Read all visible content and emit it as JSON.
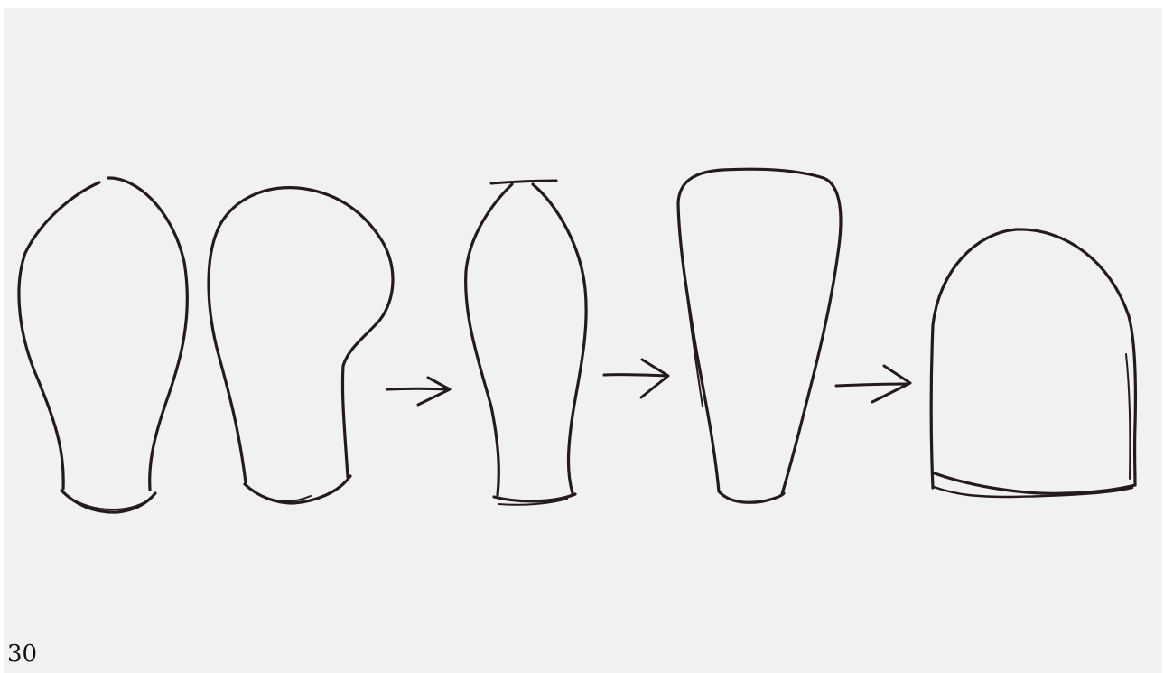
{
  "page_number": "30",
  "colors": {
    "background": "#ffffff",
    "paper": "#f1f1ef",
    "ink": "#241a1c"
  },
  "figure": {
    "shapes": [
      {
        "name": "pear-shape",
        "icon": "narrow-pear-outline"
      },
      {
        "name": "keyhole-shape",
        "icon": "bulb-with-shoulder-outline"
      },
      {
        "name": "bottle-shape",
        "icon": "bottle-neck-outline"
      },
      {
        "name": "tapered-shape",
        "icon": "tapered-cup-outline"
      },
      {
        "name": "dome-shape",
        "icon": "dome-outline"
      }
    ],
    "arrows": [
      {
        "name": "arrow-1",
        "icon": "right-arrow"
      },
      {
        "name": "arrow-2",
        "icon": "right-arrow"
      },
      {
        "name": "arrow-3",
        "icon": "right-arrow"
      }
    ]
  }
}
